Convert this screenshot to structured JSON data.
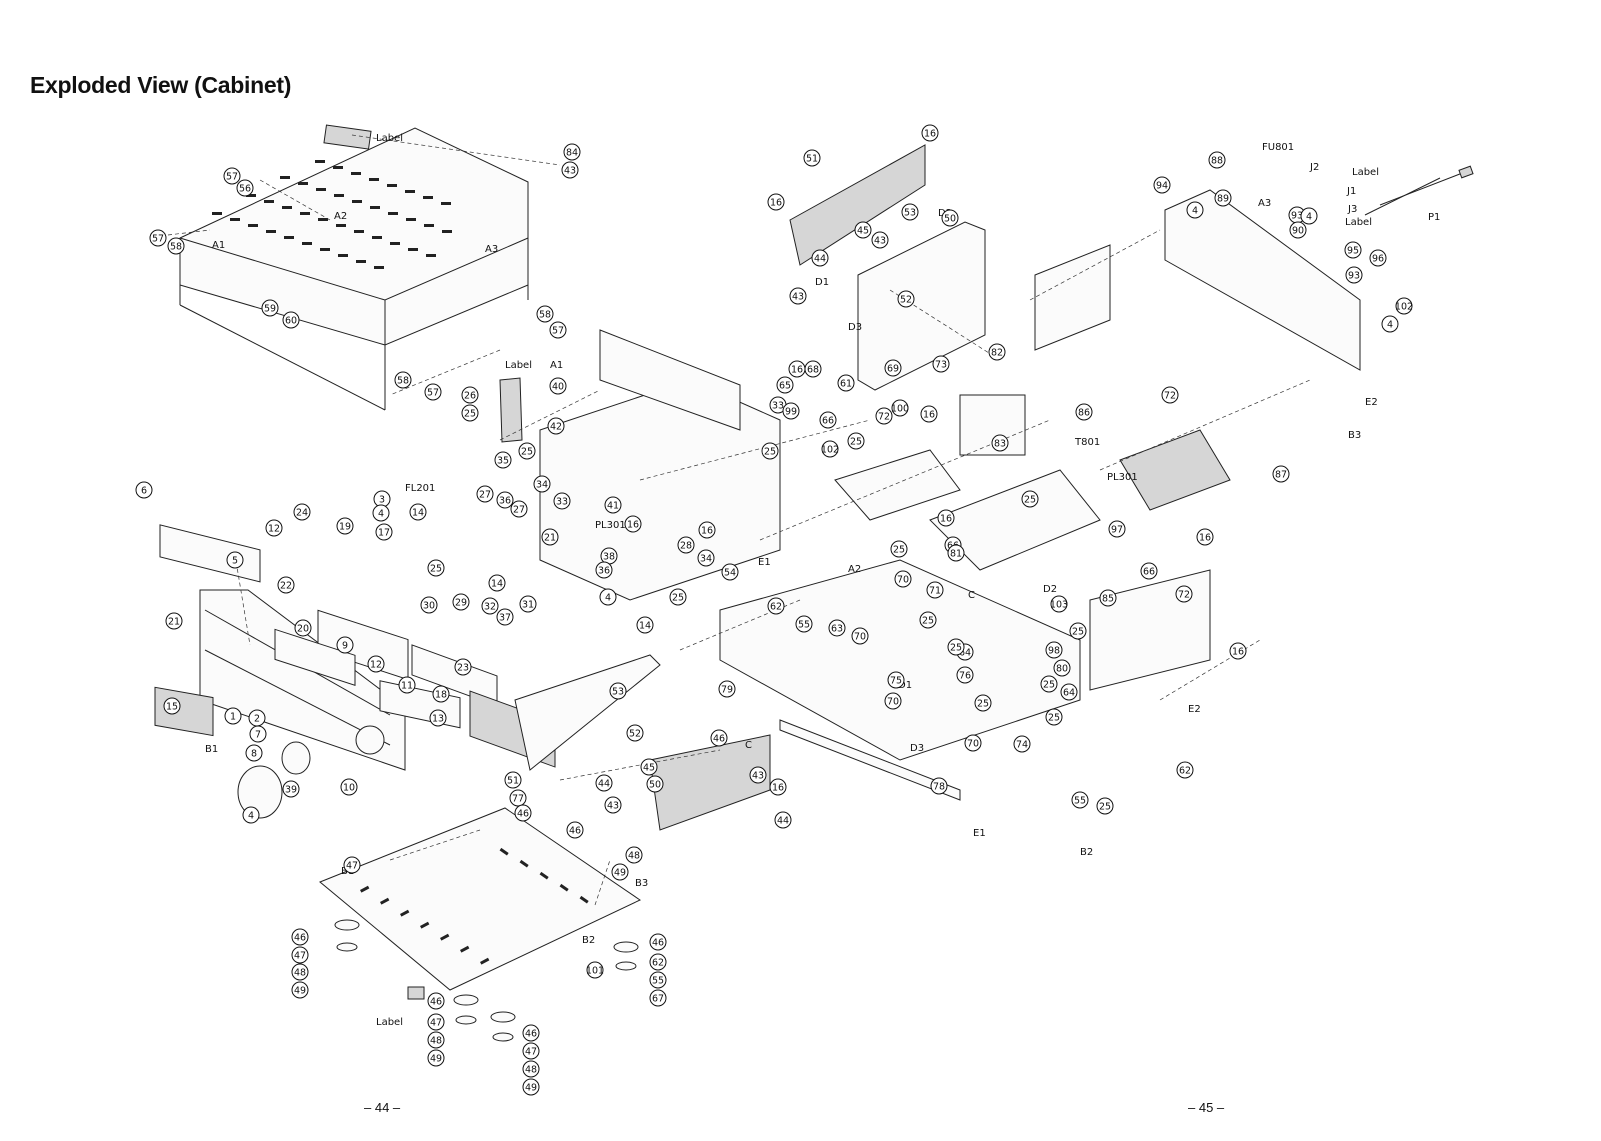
{
  "title": "Exploded View (Cabinet)",
  "pages": {
    "left": "– 44 –",
    "right": "– 45 –"
  },
  "labels": {
    "label": "Label",
    "a1": "A1",
    "a2": "A2",
    "a3": "A3",
    "b1": "B1",
    "b2": "B2",
    "b3": "B3",
    "c": "C",
    "d1": "D1",
    "d2": "D2",
    "d3": "D3",
    "e1": "E1",
    "e2": "E2",
    "fl201": "FL201",
    "pl301": "PL301",
    "pl301b": "PL301",
    "t801": "T801",
    "fu801": "FU801",
    "j1": "J1",
    "j2": "J2",
    "j3": "J3",
    "p1": "P1"
  },
  "callouts": [
    "84",
    "43",
    "57",
    "56",
    "57",
    "58",
    "59",
    "60",
    "58",
    "57",
    "58",
    "57",
    "16",
    "51",
    "16",
    "53",
    "50",
    "45",
    "43",
    "44",
    "43",
    "52",
    "88",
    "94",
    "4",
    "89",
    "93",
    "90",
    "4",
    "95",
    "96",
    "93",
    "102",
    "4",
    "26",
    "25",
    "40",
    "42",
    "25",
    "34",
    "33",
    "35",
    "36",
    "27",
    "14",
    "41",
    "16",
    "38",
    "37",
    "32",
    "29",
    "30",
    "23",
    "19",
    "22",
    "20",
    "12",
    "11",
    "13",
    "18",
    "24",
    "12",
    "6",
    "5",
    "3",
    "4",
    "17",
    "21",
    "15",
    "1",
    "2",
    "7",
    "8",
    "39",
    "4",
    "10",
    "9",
    "14",
    "4",
    "31",
    "25",
    "27",
    "21",
    "14",
    "28",
    "16",
    "34",
    "25",
    "36",
    "54",
    "33",
    "25",
    "99",
    "102",
    "25",
    "66",
    "65",
    "16",
    "68",
    "61",
    "69",
    "73",
    "100",
    "72",
    "16",
    "66",
    "16",
    "81",
    "25",
    "70",
    "71",
    "25",
    "64",
    "76",
    "70",
    "75",
    "70",
    "78",
    "74",
    "79",
    "62",
    "55",
    "63",
    "70",
    "25",
    "25",
    "82",
    "83",
    "86",
    "72",
    "87",
    "97",
    "66",
    "16",
    "85",
    "72",
    "16",
    "103",
    "98",
    "25",
    "80",
    "25",
    "64",
    "25",
    "25",
    "62",
    "55",
    "25",
    "53",
    "52",
    "43",
    "44",
    "45",
    "50",
    "51",
    "16",
    "44",
    "43",
    "46",
    "77",
    "46",
    "46",
    "47",
    "48",
    "49",
    "46",
    "47",
    "48",
    "49",
    "46",
    "47",
    "48",
    "49",
    "46",
    "47",
    "48",
    "49",
    "46",
    "62",
    "55",
    "67",
    "101"
  ]
}
